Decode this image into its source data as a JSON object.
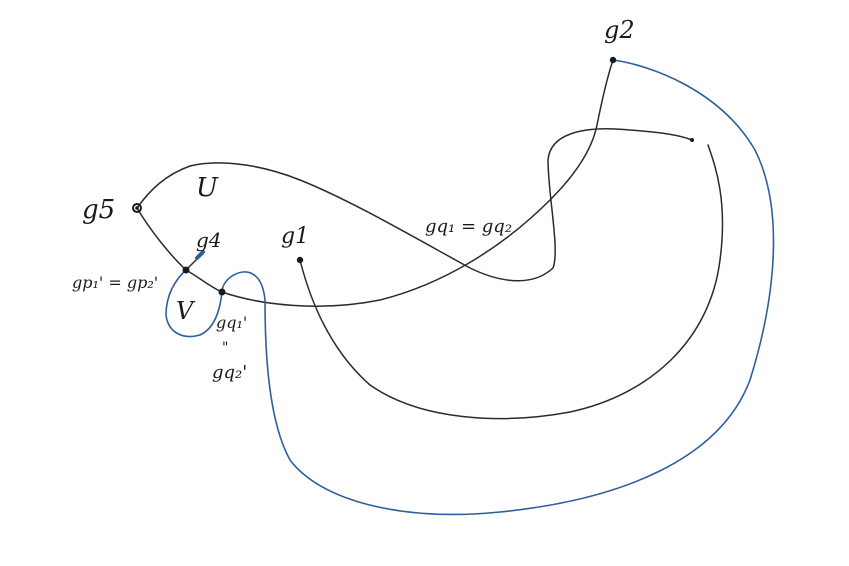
{
  "labels": {
    "g5": "g5",
    "u": "U",
    "g4": "g4",
    "g1": "g1",
    "g2": "g2",
    "gp1_eq": "gp₁' = gp₂'",
    "v": "V",
    "gq1_eq": "gq₁ = gq₂",
    "gq1_prime": "gq₁'",
    "equals_mark": "\"",
    "gq2_prime": "gq₂'"
  },
  "colors": {
    "black_ink": "#2b2b2b",
    "blue_ink": "#2f5f9a",
    "label_ink": "#1a1a1a"
  }
}
